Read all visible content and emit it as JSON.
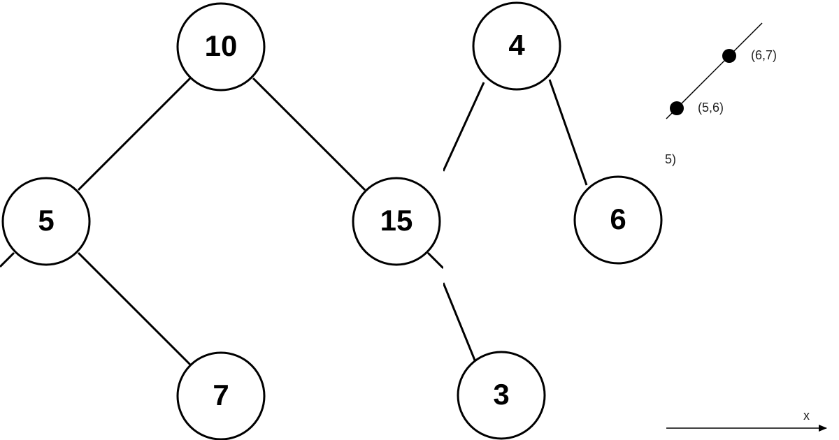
{
  "left_tree": {
    "nodes": {
      "root": "10",
      "left": "5",
      "right": "15",
      "left_right": "7"
    }
  },
  "middle_tree": {
    "nodes": {
      "root": "4",
      "right": "6",
      "left_child_partial": "3"
    }
  },
  "right_plot": {
    "points": [
      {
        "label": "(6,7)"
      },
      {
        "label": "(5,6)"
      }
    ],
    "partial_label": "5)",
    "axis_label": "x"
  }
}
